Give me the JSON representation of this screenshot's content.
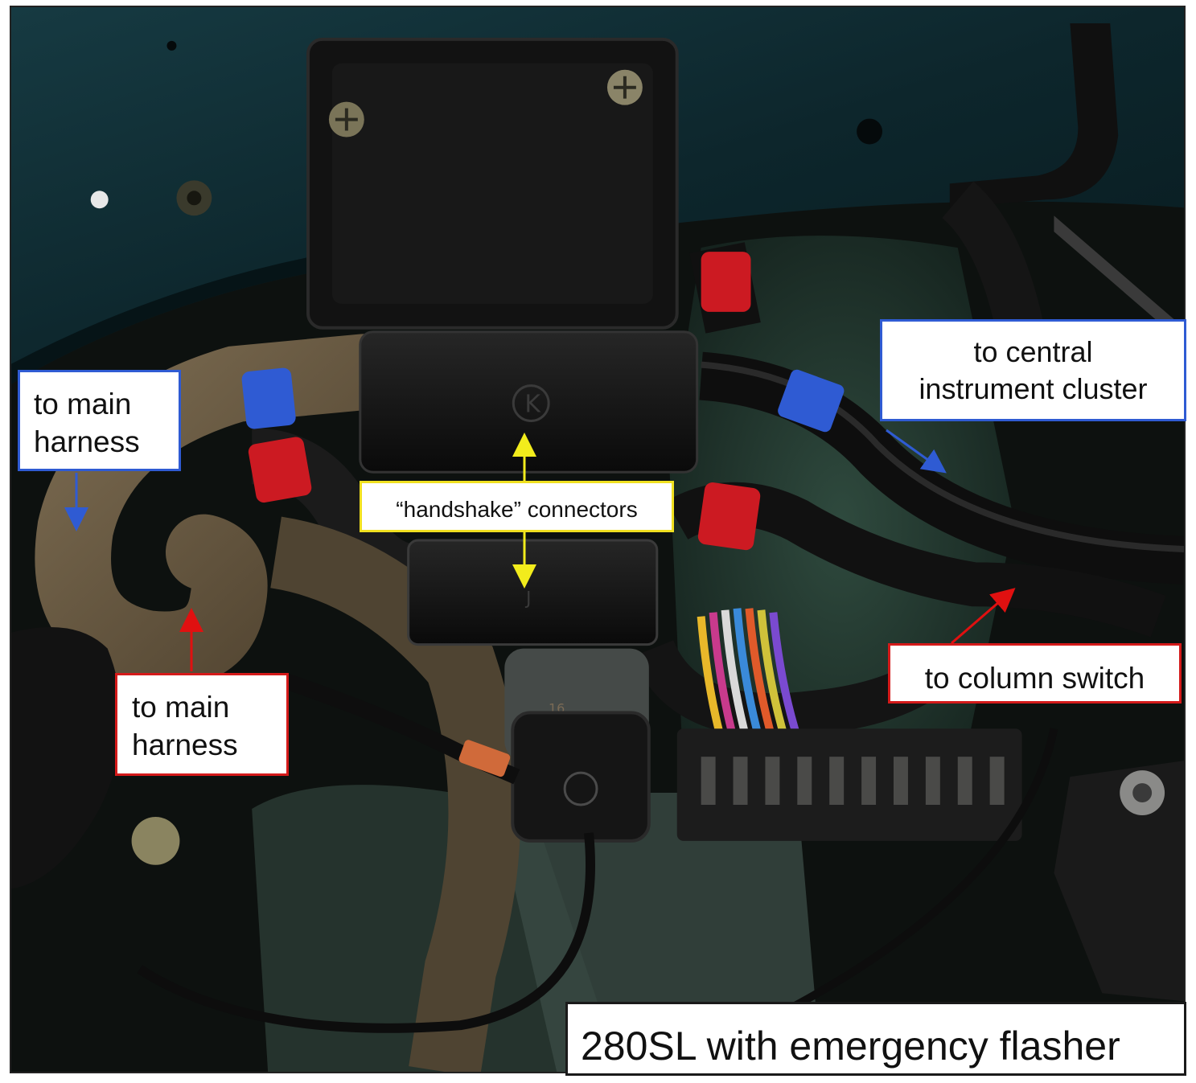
{
  "colors": {
    "label_border_blue": "#2f5bd3",
    "label_border_red": "#d41a1a",
    "label_border_yellow": "#f0e020",
    "caption_border": "#1a1a1a",
    "arrow_blue": "#2f5bd3",
    "arrow_red": "#e01010",
    "arrow_yellow": "#f2ec1c",
    "panel_teal": "#0f2b31",
    "sleeve_blue": "#2f5bd3",
    "sleeve_red": "#cc1a22"
  },
  "labels": {
    "main_harness_blue": {
      "line1": "to main",
      "line2": "harness"
    },
    "main_harness_red": {
      "line1": "to main",
      "line2": "harness"
    },
    "central_cluster": {
      "line1": "to central",
      "line2": "instrument cluster"
    },
    "handshake": {
      "text": "“handshake” connectors"
    },
    "column_switch": {
      "text": "to column switch"
    }
  },
  "caption": {
    "text": "280SL with emergency flasher"
  },
  "connector_marks": {
    "upper": "K",
    "lower": "J",
    "bottom": "16"
  }
}
